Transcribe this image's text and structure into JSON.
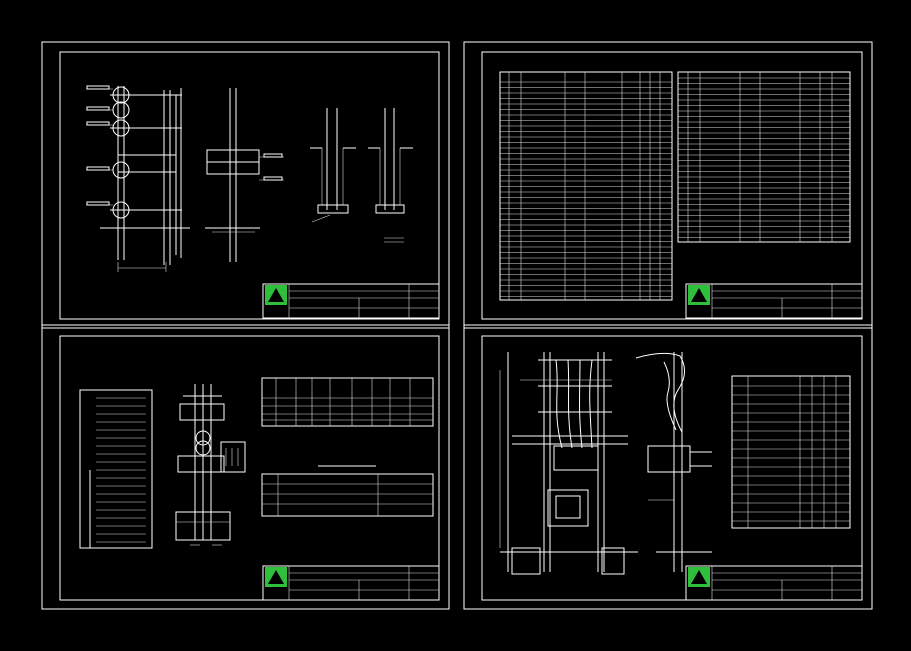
{
  "app": {
    "title": "",
    "background": "#000000",
    "line_color": "#ffffff",
    "logo_color": "#2fbf3a"
  },
  "sheets": [
    {
      "id": "sheet-1",
      "content": "pole-and-foundation-elevations"
    },
    {
      "id": "sheet-2",
      "content": "specification-tables"
    },
    {
      "id": "sheet-3",
      "content": "single-line-scheme-and-tables"
    },
    {
      "id": "sheet-4",
      "content": "transformer-substation-elevations-and-bom"
    }
  ],
  "icons": [
    "company-logo-icon"
  ],
  "visible_text": []
}
